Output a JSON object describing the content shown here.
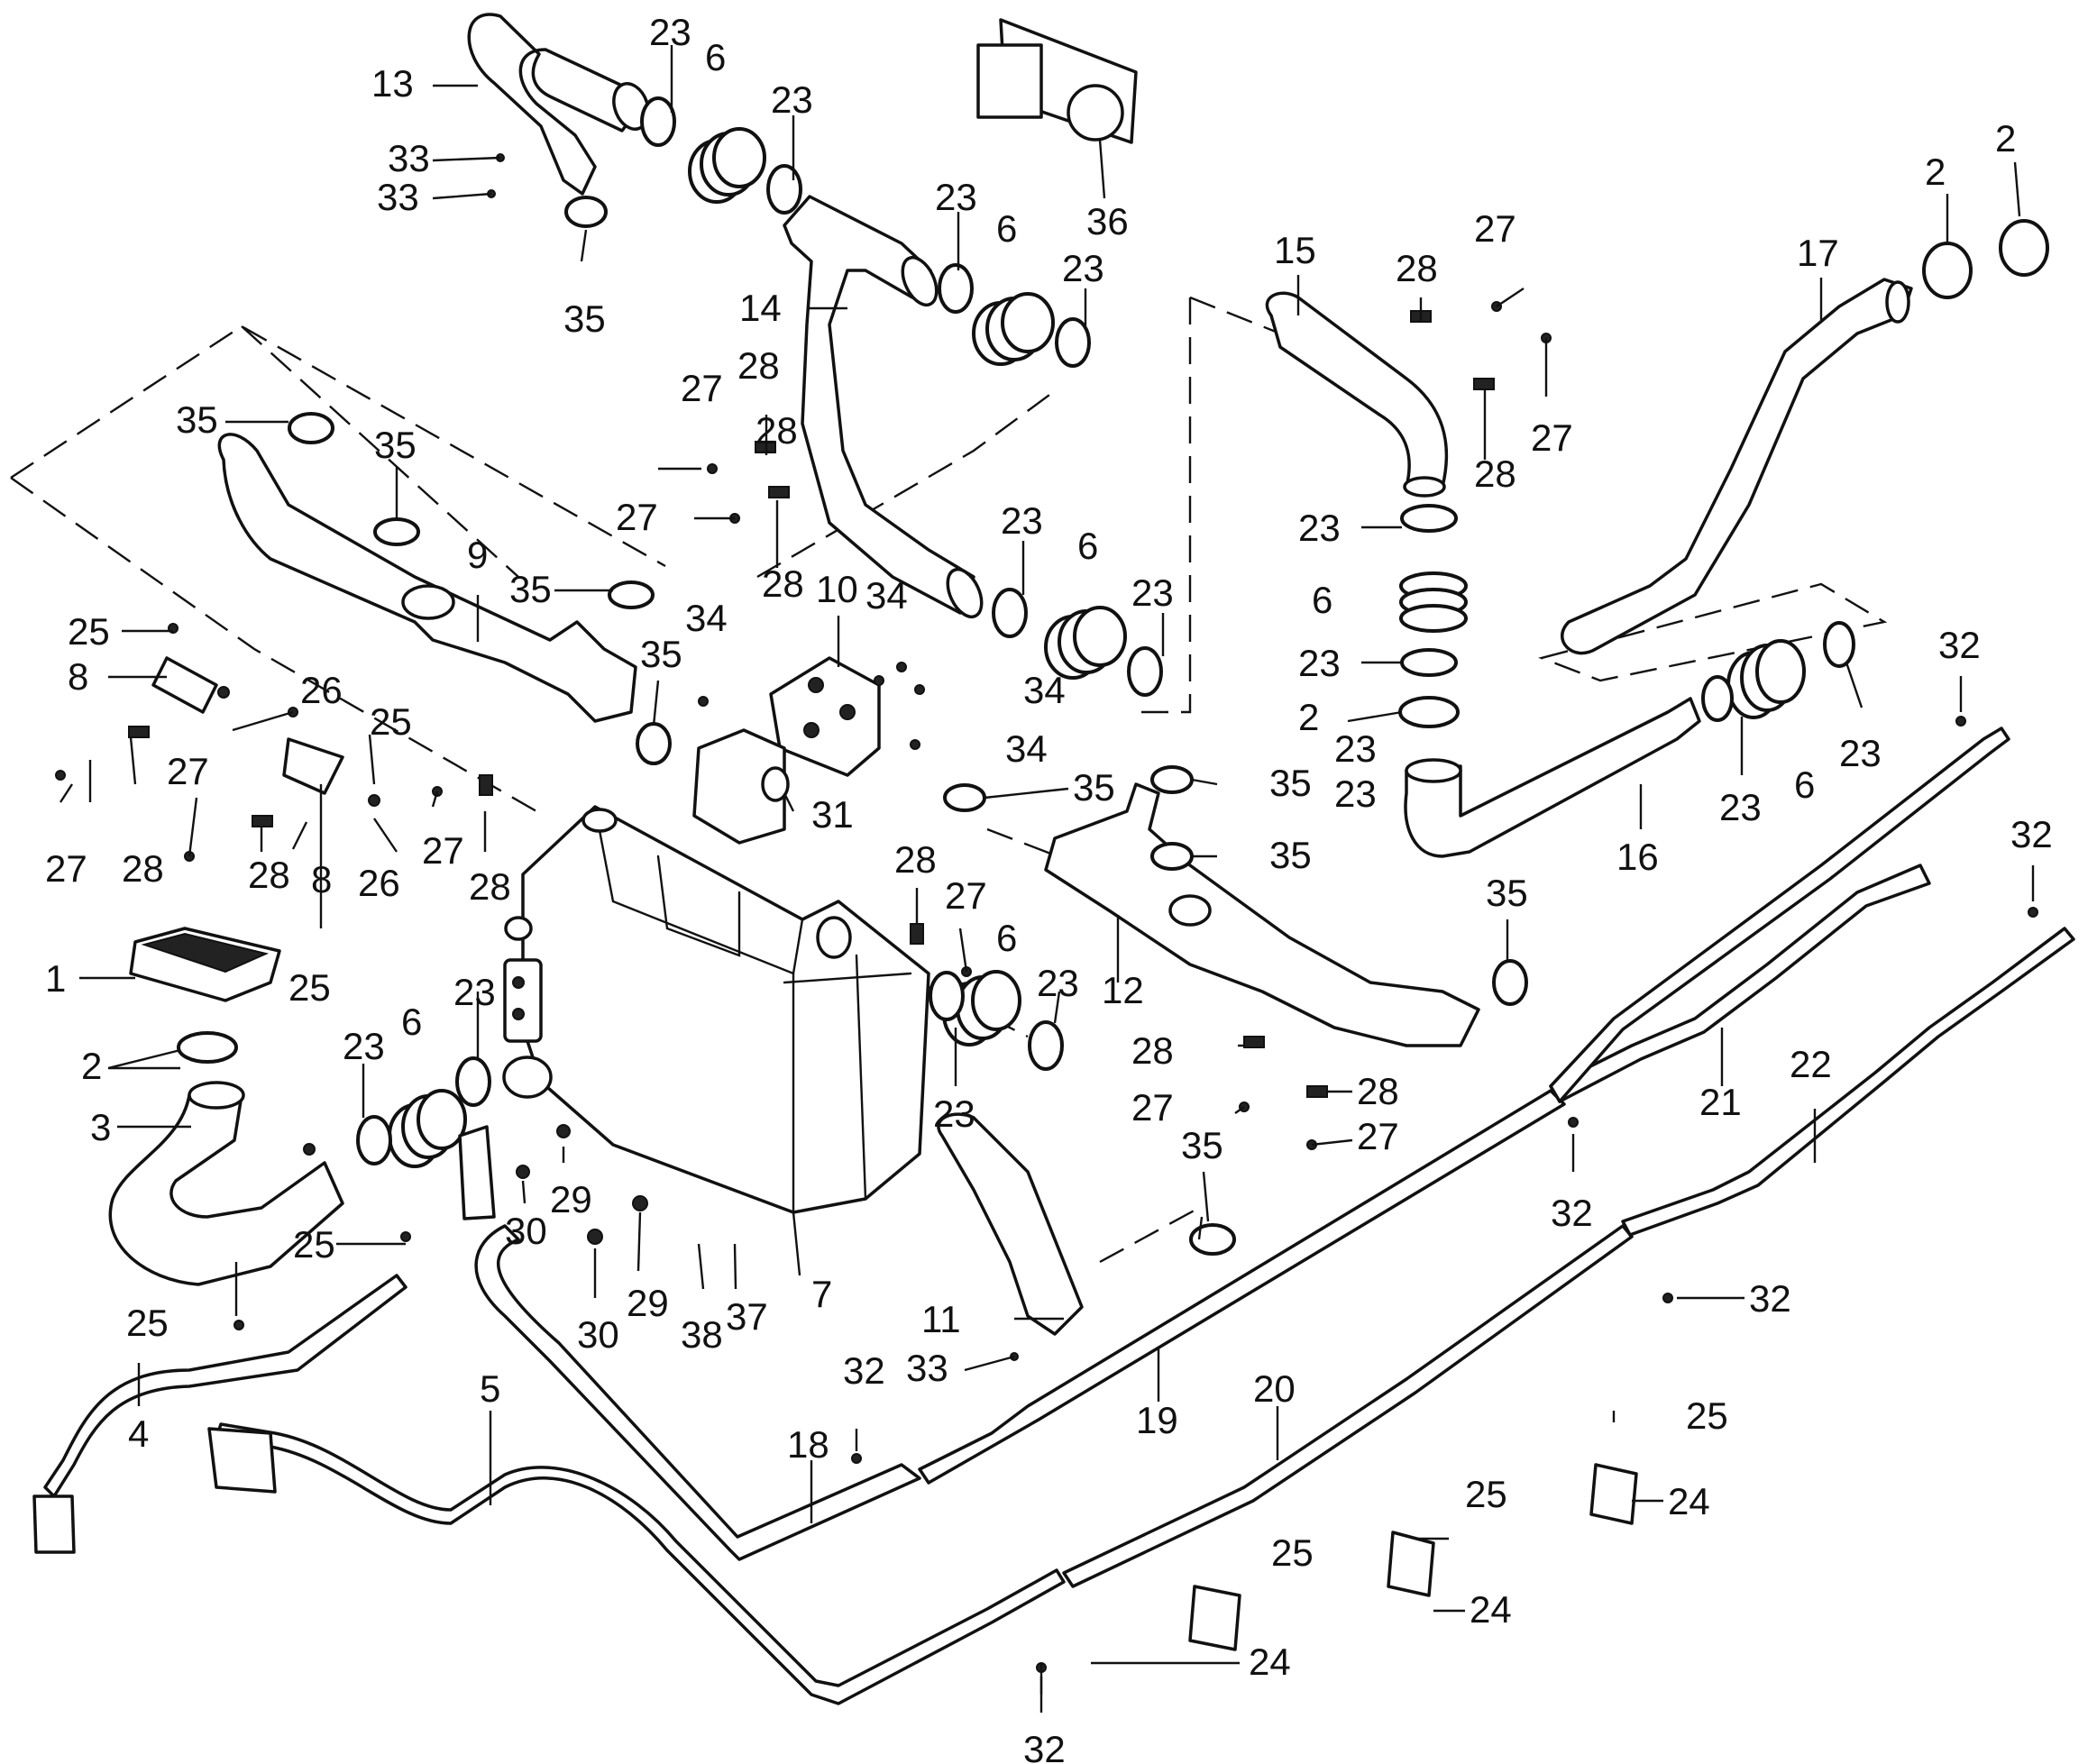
{
  "diagram": {
    "callouts": [
      {
        "id": "c1",
        "label": "1"
      },
      {
        "id": "c2a",
        "label": "2"
      },
      {
        "id": "c3",
        "label": "3"
      },
      {
        "id": "c4",
        "label": "4"
      },
      {
        "id": "c5",
        "label": "5"
      },
      {
        "id": "c6a",
        "label": "6"
      },
      {
        "id": "c7",
        "label": "7"
      },
      {
        "id": "c8a",
        "label": "8"
      },
      {
        "id": "c8b",
        "label": "8"
      },
      {
        "id": "c9",
        "label": "9"
      },
      {
        "id": "c10",
        "label": "10"
      },
      {
        "id": "c11",
        "label": "11"
      },
      {
        "id": "c12",
        "label": "12"
      },
      {
        "id": "c13",
        "label": "13"
      },
      {
        "id": "c14",
        "label": "14"
      },
      {
        "id": "c15",
        "label": "15"
      },
      {
        "id": "c16",
        "label": "16"
      },
      {
        "id": "c17",
        "label": "17"
      },
      {
        "id": "c18",
        "label": "18"
      },
      {
        "id": "c19",
        "label": "19"
      },
      {
        "id": "c20",
        "label": "20"
      },
      {
        "id": "c21",
        "label": "21"
      },
      {
        "id": "c22",
        "label": "22"
      },
      {
        "id": "c23a",
        "label": "23"
      },
      {
        "id": "c23b",
        "label": "23"
      },
      {
        "id": "c23c",
        "label": "23"
      },
      {
        "id": "c23d",
        "label": "23"
      },
      {
        "id": "c23e",
        "label": "23"
      },
      {
        "id": "c23f",
        "label": "23"
      },
      {
        "id": "c23g",
        "label": "23"
      },
      {
        "id": "c23h",
        "label": "23"
      },
      {
        "id": "c23i",
        "label": "23"
      },
      {
        "id": "c23j",
        "label": "23"
      },
      {
        "id": "c23k",
        "label": "23"
      },
      {
        "id": "c23l",
        "label": "23"
      },
      {
        "id": "c23m",
        "label": "23"
      },
      {
        "id": "c23n",
        "label": "23"
      },
      {
        "id": "c23o",
        "label": "23"
      },
      {
        "id": "c23p",
        "label": "23"
      },
      {
        "id": "c24a",
        "label": "24"
      },
      {
        "id": "c24b",
        "label": "24"
      },
      {
        "id": "c24c",
        "label": "24"
      },
      {
        "id": "c25a",
        "label": "25"
      },
      {
        "id": "c25b",
        "label": "25"
      },
      {
        "id": "c25c",
        "label": "25"
      },
      {
        "id": "c25d",
        "label": "25"
      },
      {
        "id": "c25e",
        "label": "25"
      },
      {
        "id": "c25f",
        "label": "25"
      },
      {
        "id": "c25g",
        "label": "25"
      },
      {
        "id": "c25h",
        "label": "25"
      },
      {
        "id": "c26a",
        "label": "26"
      },
      {
        "id": "c26b",
        "label": "26"
      },
      {
        "id": "c27a",
        "label": "27"
      },
      {
        "id": "c27b",
        "label": "27"
      },
      {
        "id": "c27c",
        "label": "27"
      },
      {
        "id": "c27d",
        "label": "27"
      },
      {
        "id": "c27e",
        "label": "27"
      },
      {
        "id": "c27f",
        "label": "27"
      },
      {
        "id": "c27g",
        "label": "27"
      },
      {
        "id": "c27h",
        "label": "27"
      },
      {
        "id": "c27i",
        "label": "27"
      },
      {
        "id": "c27j",
        "label": "27"
      },
      {
        "id": "c28a",
        "label": "28"
      },
      {
        "id": "c28b",
        "label": "28"
      },
      {
        "id": "c28c",
        "label": "28"
      },
      {
        "id": "c28d",
        "label": "28"
      },
      {
        "id": "c28e",
        "label": "28"
      },
      {
        "id": "c28f",
        "label": "28"
      },
      {
        "id": "c28g",
        "label": "28"
      },
      {
        "id": "c28h",
        "label": "28"
      },
      {
        "id": "c28i",
        "label": "28"
      },
      {
        "id": "c28j",
        "label": "28"
      },
      {
        "id": "c28k",
        "label": "28"
      },
      {
        "id": "c29a",
        "label": "29"
      },
      {
        "id": "c29b",
        "label": "29"
      },
      {
        "id": "c30a",
        "label": "30"
      },
      {
        "id": "c30b",
        "label": "30"
      },
      {
        "id": "c31",
        "label": "31"
      },
      {
        "id": "c32a",
        "label": "32"
      },
      {
        "id": "c32b",
        "label": "32"
      },
      {
        "id": "c32c",
        "label": "32"
      },
      {
        "id": "c32d",
        "label": "32"
      },
      {
        "id": "c32e",
        "label": "32"
      },
      {
        "id": "c32f",
        "label": "32"
      },
      {
        "id": "c33a",
        "label": "33"
      },
      {
        "id": "c33b",
        "label": "33"
      },
      {
        "id": "c33c",
        "label": "33"
      },
      {
        "id": "c34a",
        "label": "34"
      },
      {
        "id": "c34b",
        "label": "34"
      },
      {
        "id": "c34c",
        "label": "34"
      },
      {
        "id": "c34d",
        "label": "34"
      },
      {
        "id": "c35a",
        "label": "35"
      },
      {
        "id": "c35b",
        "label": "35"
      },
      {
        "id": "c35c",
        "label": "35"
      },
      {
        "id": "c35d",
        "label": "35"
      },
      {
        "id": "c35e",
        "label": "35"
      },
      {
        "id": "c35f",
        "label": "35"
      },
      {
        "id": "c35g",
        "label": "35"
      },
      {
        "id": "c35h",
        "label": "35"
      },
      {
        "id": "c35i",
        "label": "35"
      },
      {
        "id": "c35j",
        "label": "35"
      },
      {
        "id": "c6b",
        "label": "6"
      },
      {
        "id": "c6c",
        "label": "6"
      },
      {
        "id": "c6d",
        "label": "6"
      },
      {
        "id": "c6e",
        "label": "6"
      },
      {
        "id": "c6f",
        "label": "6"
      },
      {
        "id": "c6g",
        "label": "6"
      },
      {
        "id": "c2b",
        "label": "2"
      },
      {
        "id": "c2c",
        "label": "2"
      },
      {
        "id": "c2d",
        "label": "2"
      },
      {
        "id": "c36",
        "label": "36"
      },
      {
        "id": "c37",
        "label": "37"
      },
      {
        "id": "c38",
        "label": "38"
      }
    ]
  }
}
